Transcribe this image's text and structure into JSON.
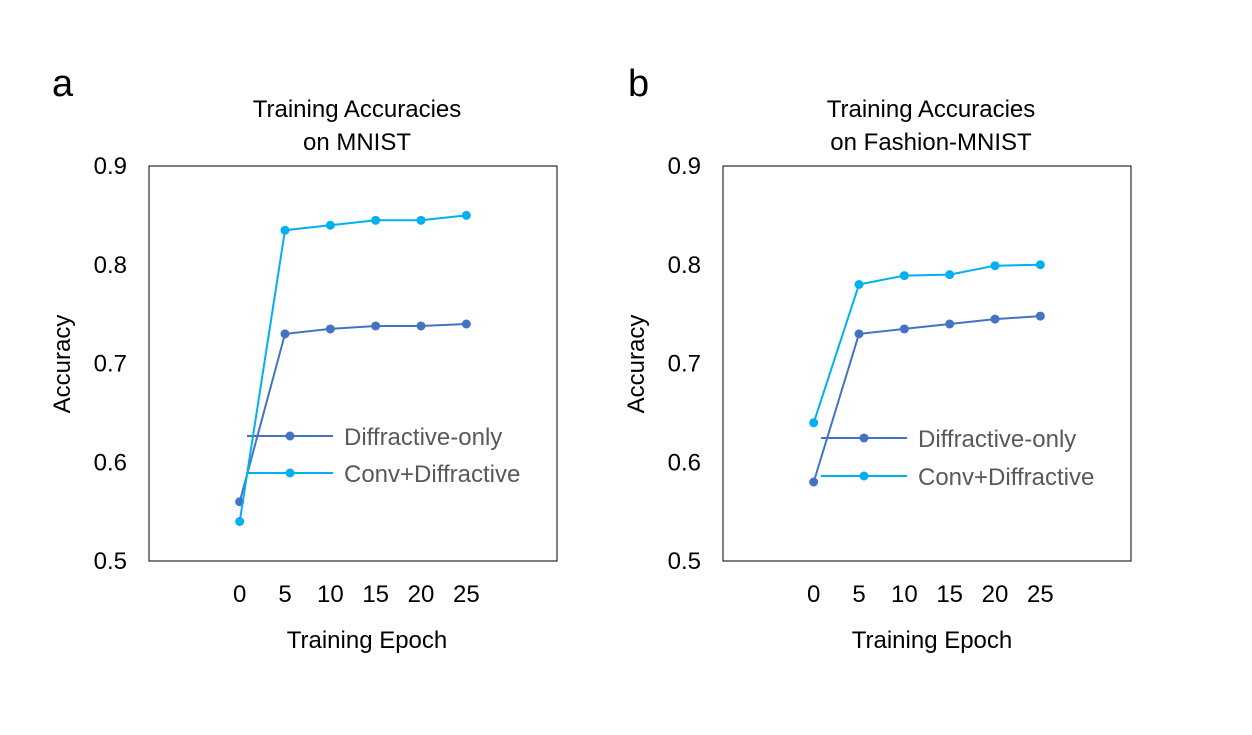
{
  "chart_data": [
    {
      "type": "line",
      "panel_letter": "a",
      "title": [
        "Training Accuracies",
        "on MNIST"
      ],
      "xlabel": "Training Epoch",
      "ylabel": "Accuracy",
      "xlim": [
        -10,
        35
      ],
      "ylim": [
        0.5,
        0.9
      ],
      "xticks": [
        0,
        5,
        10,
        15,
        20,
        25
      ],
      "yticks": [
        0.5,
        0.6,
        0.7,
        0.8,
        0.9
      ],
      "ytick_labels": [
        "0.5",
        "0.6",
        "0.7",
        "0.8",
        "0.9"
      ],
      "grid": false,
      "legend_placement": "right",
      "series": [
        {
          "name": "Diffractive-only",
          "color": "#4472C4",
          "x": [
            0,
            5,
            10,
            15,
            20,
            25
          ],
          "y": [
            0.56,
            0.73,
            0.735,
            0.738,
            0.738,
            0.74
          ]
        },
        {
          "name": "Conv+Diffractive",
          "color": "#00B0F0",
          "x": [
            0,
            5,
            10,
            15,
            20,
            25
          ],
          "y": [
            0.54,
            0.835,
            0.84,
            0.845,
            0.845,
            0.85
          ]
        }
      ]
    },
    {
      "type": "line",
      "panel_letter": "b",
      "title": [
        "Training Accuracies",
        "on Fashion-MNIST"
      ],
      "xlabel": "Training Epoch",
      "ylabel": "Accuracy",
      "xlim": [
        -10,
        35
      ],
      "ylim": [
        0.5,
        0.9
      ],
      "xticks": [
        0,
        5,
        10,
        15,
        20,
        25
      ],
      "yticks": [
        0.5,
        0.6,
        0.7,
        0.8,
        0.9
      ],
      "ytick_labels": [
        "0.5",
        "0.6",
        "0.7",
        "0.8",
        "0.9"
      ],
      "grid": false,
      "legend_placement": "right",
      "series": [
        {
          "name": "Diffractive-only",
          "color": "#4472C4",
          "x": [
            0,
            5,
            10,
            15,
            20,
            25
          ],
          "y": [
            0.58,
            0.73,
            0.735,
            0.74,
            0.745,
            0.748
          ]
        },
        {
          "name": "Conv+Diffractive",
          "color": "#00B0F0",
          "x": [
            0,
            5,
            10,
            15,
            20,
            25
          ],
          "y": [
            0.64,
            0.78,
            0.789,
            0.79,
            0.799,
            0.8
          ]
        }
      ]
    }
  ]
}
